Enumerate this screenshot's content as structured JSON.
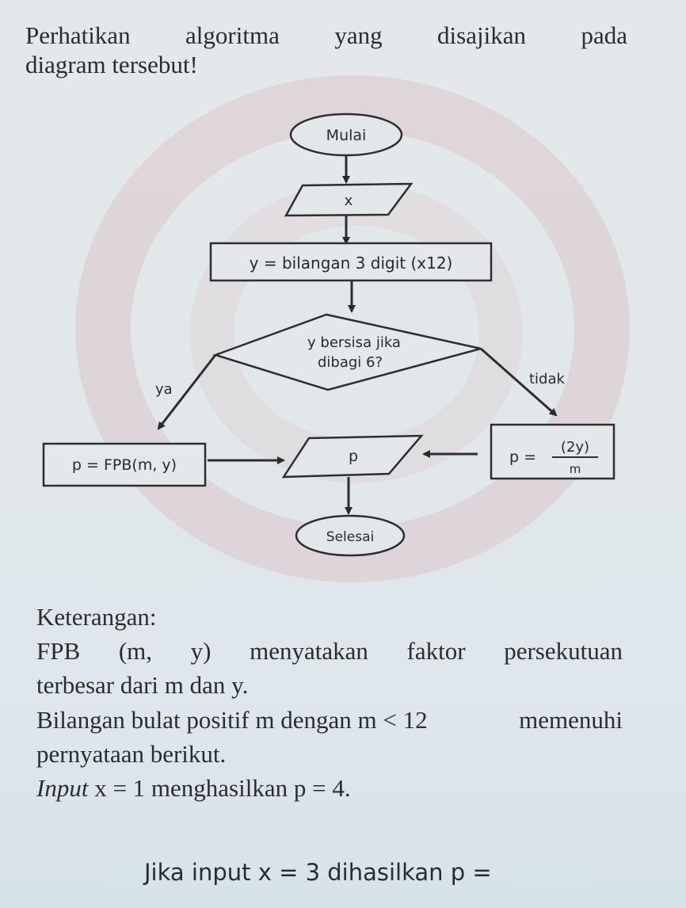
{
  "intro": {
    "line1_words": [
      "Perhatikan",
      "algoritma",
      "yang",
      "disajikan",
      "pada"
    ],
    "line2": "diagram tersebut!"
  },
  "flowchart": {
    "start": "Mulai",
    "input": "x",
    "process_y": "y = bilangan 3 digit (x12)",
    "decision_line1": "y bersisa jika",
    "decision_line2": "dibagi 6?",
    "yes_label": "ya",
    "no_label": "tidak",
    "process_yes": "p = FPB(m, y)",
    "process_no_lhs": "p =",
    "process_no_numerator": "(2y)",
    "process_no_denominator": "m",
    "output": "p",
    "end": "Selesai"
  },
  "keterangan": {
    "heading": "Keterangan:",
    "line1_words": [
      "FPB",
      "(m,",
      "y)",
      "menyatakan",
      "faktor",
      "persekutuan"
    ],
    "line2": "terbesar dari m dan y.",
    "line3_left": "Bilangan bulat positif m dengan m < 12",
    "line3_right": "memenuhi",
    "line4": "pernyataan berikut.",
    "line5_italic": "Input",
    "line5_rest": " x = 1 menghasilkan p = 4."
  },
  "question": "Jika input x = 3 dihasilkan p ="
}
